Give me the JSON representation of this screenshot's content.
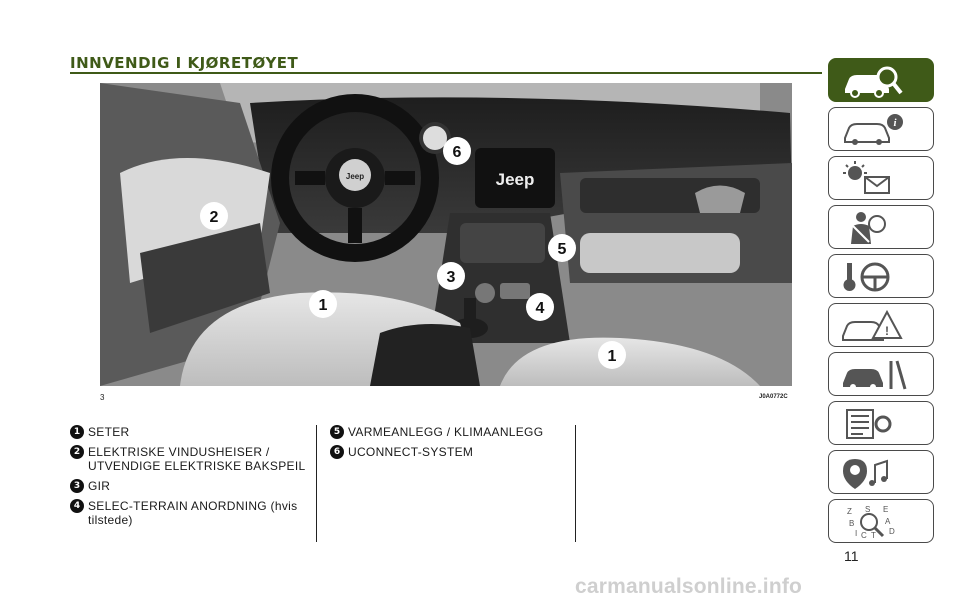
{
  "page": {
    "title": "INNVENDIG I KJØRETØYET",
    "page_number": "11",
    "watermark": "carmanualsonline.info"
  },
  "figure": {
    "number": "3",
    "code": "J0A0772C",
    "callouts": [
      "1",
      "1",
      "2",
      "3",
      "4",
      "5",
      "6"
    ],
    "display_text": "Jeep",
    "wheel_text": "Jeep"
  },
  "legend": {
    "left": [
      {
        "num": "1",
        "text": "SETER"
      },
      {
        "num": "2",
        "text": "ELEKTRISKE VINDUSHEISER / UTVENDIGE ELEKTRISKE BAKSPEIL"
      },
      {
        "num": "3",
        "text": "GIR"
      },
      {
        "num": "4",
        "text": "SELEC-TERRAIN ANORDNING (hvis tilstede)"
      }
    ],
    "right": [
      {
        "num": "5",
        "text": "VARMEANLEGG / KLIMAANLEGG"
      },
      {
        "num": "6",
        "text": "UCONNECT-SYSTEM"
      }
    ]
  },
  "sidebar": {
    "active_color": "#3f5a18",
    "tabs": [
      {
        "icon": "car-search-icon",
        "active": true
      },
      {
        "icon": "car-info-icon",
        "active": false
      },
      {
        "icon": "warning-light-message-icon",
        "active": false
      },
      {
        "icon": "seatbelt-airbag-icon",
        "active": false
      },
      {
        "icon": "key-steering-wheel-icon",
        "active": false
      },
      {
        "icon": "car-warning-triangle-icon",
        "active": false
      },
      {
        "icon": "car-tools-icon",
        "active": false
      },
      {
        "icon": "technical-data-icon",
        "active": false
      },
      {
        "icon": "multimedia-icon",
        "active": false
      }
    ],
    "index_letters": [
      "Z",
      "S",
      "E",
      "B",
      "A",
      "I",
      "C",
      "T",
      "D"
    ]
  }
}
